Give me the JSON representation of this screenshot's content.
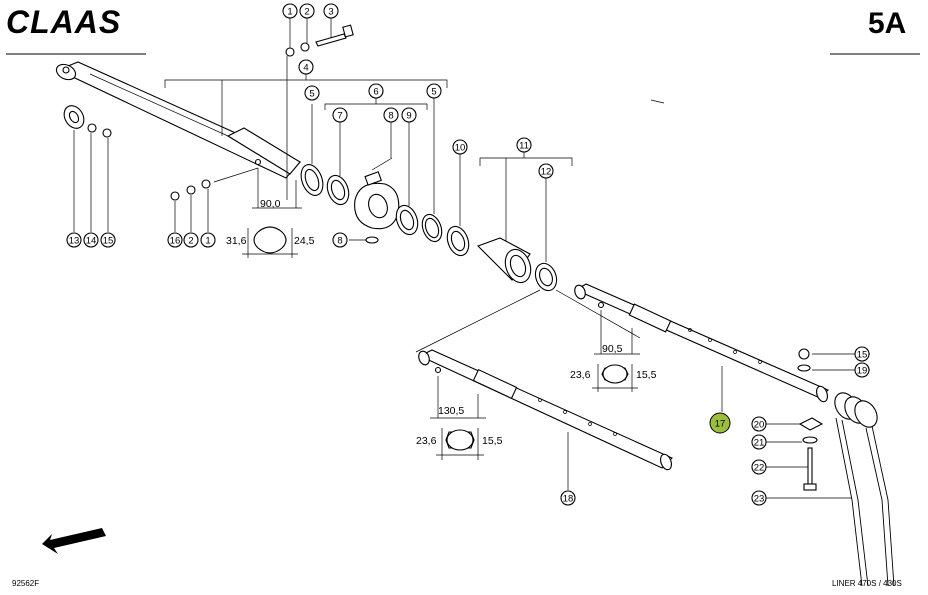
{
  "header": {
    "brand": "CLAAS",
    "sheet_id": "5A"
  },
  "footer": {
    "drawing_number": "92562F",
    "model": "LINER 470S / 430S"
  },
  "colors": {
    "ink": "#000000",
    "highlight": "#9bbf3b"
  },
  "callouts": [
    {
      "id": "c1a",
      "label": "1"
    },
    {
      "id": "c2a",
      "label": "2"
    },
    {
      "id": "c3",
      "label": "3"
    },
    {
      "id": "c4",
      "label": "4"
    },
    {
      "id": "c5a",
      "label": "5"
    },
    {
      "id": "c6",
      "label": "6"
    },
    {
      "id": "c7",
      "label": "7"
    },
    {
      "id": "c8a",
      "label": "8"
    },
    {
      "id": "c9",
      "label": "9"
    },
    {
      "id": "c5b",
      "label": "5"
    },
    {
      "id": "c10",
      "label": "10"
    },
    {
      "id": "c11",
      "label": "11"
    },
    {
      "id": "c12",
      "label": "12"
    },
    {
      "id": "c13",
      "label": "13"
    },
    {
      "id": "c14",
      "label": "14"
    },
    {
      "id": "c15a",
      "label": "15"
    },
    {
      "id": "c16",
      "label": "16"
    },
    {
      "id": "c2b",
      "label": "2"
    },
    {
      "id": "c1b",
      "label": "1"
    },
    {
      "id": "c8b",
      "label": "8"
    },
    {
      "id": "c15b",
      "label": "15"
    },
    {
      "id": "c19",
      "label": "19"
    },
    {
      "id": "c17",
      "label": "17",
      "highlighted": true
    },
    {
      "id": "c20",
      "label": "20"
    },
    {
      "id": "c21",
      "label": "21"
    },
    {
      "id": "c22",
      "label": "22"
    },
    {
      "id": "c23",
      "label": "23"
    },
    {
      "id": "c18",
      "label": "18"
    }
  ],
  "dimensions": {
    "d900": "90,0",
    "d316": "31,6",
    "d245": "24,5",
    "d905": "90,5",
    "d236a": "23,6",
    "d155a": "15,5",
    "d1305": "130,5",
    "d236b": "23,6",
    "d155b": "15,5"
  }
}
